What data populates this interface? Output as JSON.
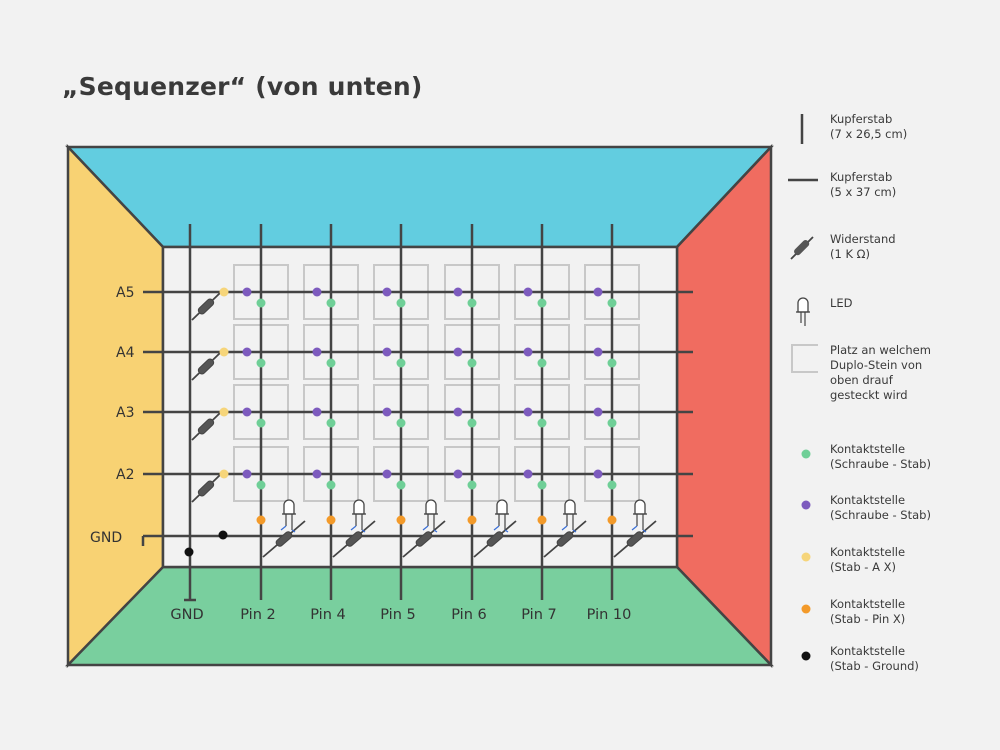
{
  "title": "„Sequenzer“ (von unten)",
  "row_labels": [
    "A5",
    "A4",
    "A3",
    "A2"
  ],
  "gnd_left_label": "GND",
  "column_labels": [
    "GND",
    "Pin 2",
    "Pin 4",
    "Pin 5",
    "Pin 6",
    "Pin 7",
    "Pin 10"
  ],
  "colors": {
    "top": "#62cde0",
    "left": "#f8d273",
    "right": "#f06c60",
    "bottom": "#79cf9e",
    "inner": "#f2f2f2",
    "wire": "#444444",
    "contact_green": "#6fcf97",
    "contact_purple": "#7d5bbe",
    "contact_yellow": "#f6d57a",
    "contact_orange": "#f39a2a",
    "contact_black": "#111111",
    "plate_outline": "#c8c8c8"
  },
  "legend": [
    {
      "icon": "vertical-rod-icon",
      "text": "Kupferstab\n(7 x 26,5 cm)"
    },
    {
      "icon": "horizontal-rod-icon",
      "text": "Kupferstab\n(5 x 37 cm)"
    },
    {
      "icon": "resistor-icon",
      "text": "Widerstand\n(1 K Ω)"
    },
    {
      "icon": "led-icon",
      "text": "LED"
    },
    {
      "icon": "square-outline-icon",
      "text": "Platz an welchem\nDuplo-Stein von\noben drauf\ngesteckt wird"
    },
    {
      "icon": "green-dot-icon",
      "text": "Kontaktstelle\n(Schraube - Stab)"
    },
    {
      "icon": "purple-dot-icon",
      "text": "Kontaktstelle\n(Schraube - Stab)"
    },
    {
      "icon": "yellow-dot-icon",
      "text": "Kontaktstelle\n(Stab - A X)"
    },
    {
      "icon": "orange-dot-icon",
      "text": "Kontaktstelle\n(Stab - Pin X)"
    },
    {
      "icon": "black-dot-icon",
      "text": "Kontaktstelle\n(Stab - Ground)"
    }
  ]
}
